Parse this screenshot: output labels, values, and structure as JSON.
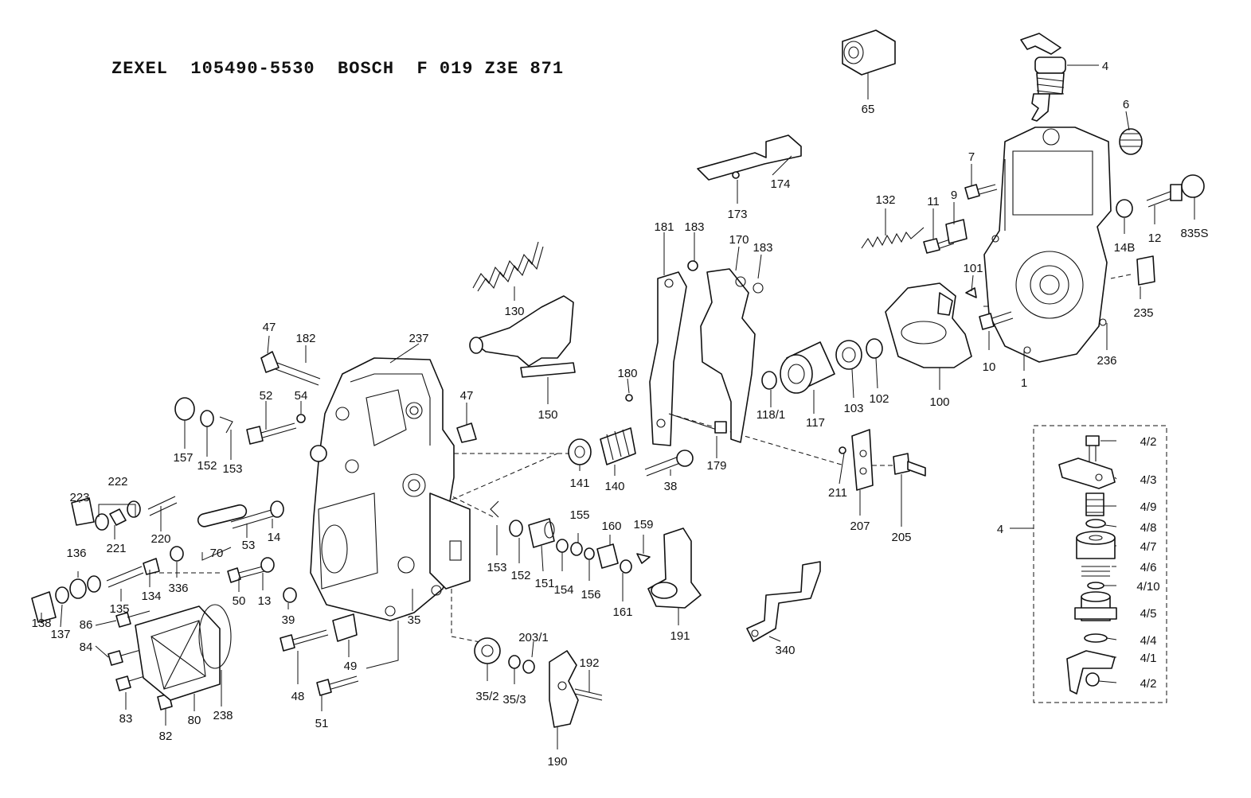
{
  "header": {
    "title": "ZEXEL  105490-5530  BOSCH  F 019 Z3E 871"
  },
  "labels": [
    "4",
    "6",
    "7",
    "9",
    "11",
    "12",
    "1",
    "10",
    "65",
    "101",
    "132",
    "14B",
    "835S",
    "235",
    "236",
    "173",
    "174",
    "181",
    "183",
    "170",
    "183",
    "102",
    "100",
    "103",
    "117",
    "118/1",
    "180",
    "179",
    "130",
    "150",
    "47",
    "182",
    "237",
    "52",
    "54",
    "47",
    "157",
    "152",
    "153",
    "222",
    "223",
    "220",
    "221",
    "70",
    "53",
    "14",
    "136",
    "134",
    "336",
    "135",
    "138",
    "137",
    "86",
    "84",
    "83",
    "82",
    "80",
    "238",
    "50",
    "13",
    "39",
    "48",
    "49",
    "51",
    "35",
    "141",
    "140",
    "38",
    "153",
    "152",
    "151",
    "154",
    "155",
    "156",
    "160",
    "161",
    "159",
    "191",
    "211",
    "207",
    "205",
    "203/1",
    "35/2",
    "35/3",
    "192",
    "190",
    "340",
    "4/2",
    "4/3",
    "4/9",
    "4/8",
    "4/7",
    "4/6",
    "4/10",
    "4/5",
    "4/4",
    "4/1",
    "4/2",
    "4"
  ]
}
